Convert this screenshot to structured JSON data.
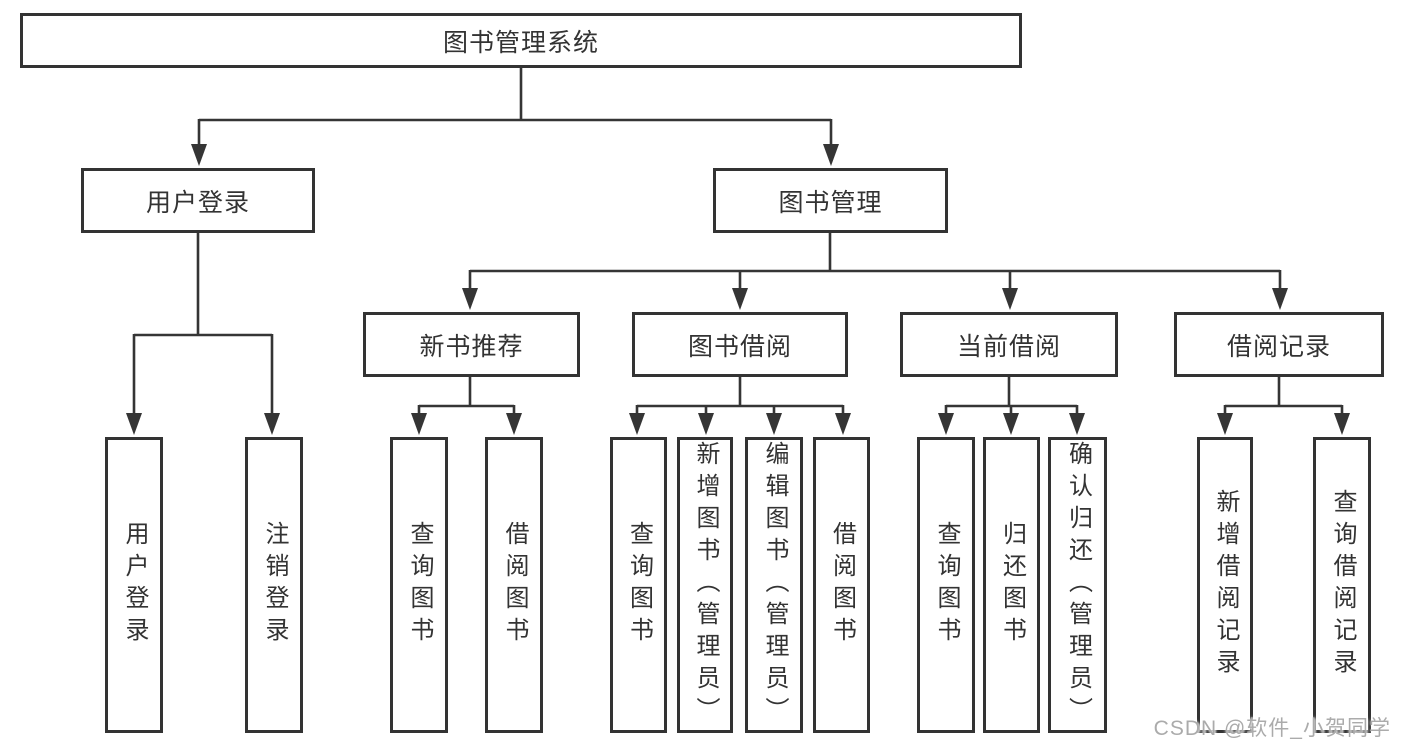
{
  "diagram": {
    "root": {
      "label": "图书管理系统"
    },
    "branches": [
      {
        "label": "用户登录",
        "children": [
          {
            "label": "用户登录"
          },
          {
            "label": "注销登录"
          }
        ]
      },
      {
        "label": "图书管理",
        "children": [
          {
            "label": "新书推荐",
            "children": [
              {
                "label": "查询图书"
              },
              {
                "label": "借阅图书"
              }
            ]
          },
          {
            "label": "图书借阅",
            "children": [
              {
                "label": "查询图书"
              },
              {
                "label": "新增图书（管理员）"
              },
              {
                "label": "编辑图书（管理员）"
              },
              {
                "label": "借阅图书"
              }
            ]
          },
          {
            "label": "当前借阅",
            "children": [
              {
                "label": "查询图书"
              },
              {
                "label": "归还图书"
              },
              {
                "label": "确认归还（管理员）"
              }
            ]
          },
          {
            "label": "借阅记录",
            "children": [
              {
                "label": "新增借阅记录"
              },
              {
                "label": "查询借阅记录"
              }
            ]
          }
        ]
      }
    ]
  },
  "watermark": {
    "text": "CSDN @软件_小贺同学"
  },
  "colors": {
    "line": "#353535",
    "text": "#333333",
    "background": "#ffffff",
    "watermark": "#ababab"
  }
}
